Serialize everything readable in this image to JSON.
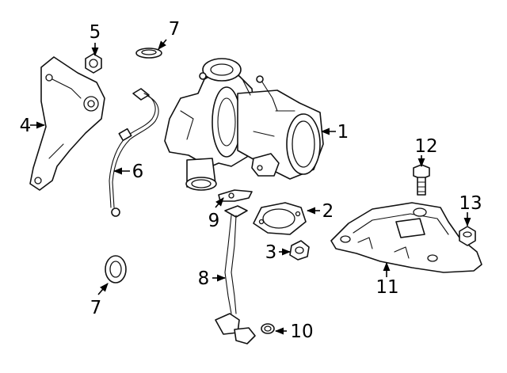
{
  "callouts": {
    "c1": "1",
    "c2": "2",
    "c3": "3",
    "c4": "4",
    "c5": "5",
    "c6": "6",
    "c7_top": "7",
    "c7_bottom": "7",
    "c8": "8",
    "c9": "9",
    "c10": "10",
    "c11": "11",
    "c12": "12",
    "c13": "13"
  },
  "colors": {
    "line": "#111111",
    "background": "#ffffff"
  }
}
